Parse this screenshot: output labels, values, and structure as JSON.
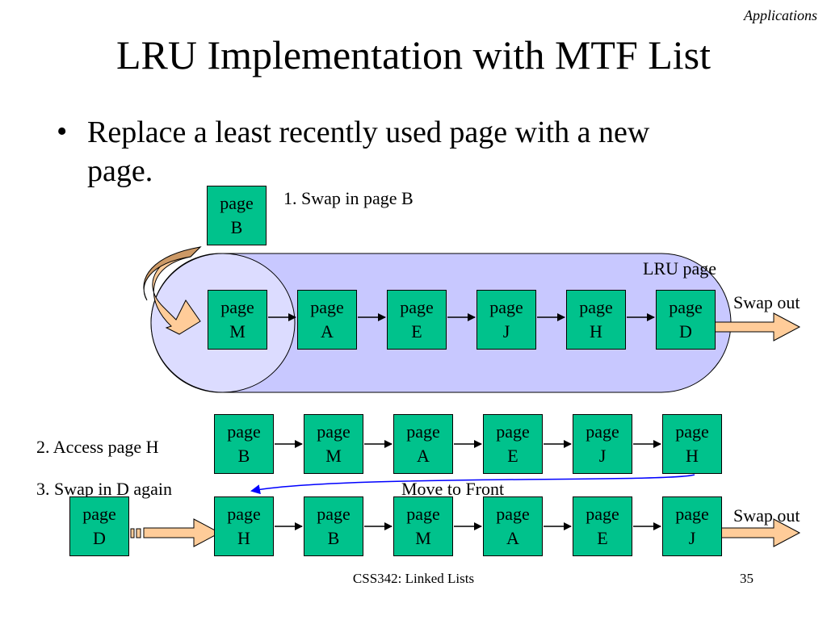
{
  "header": {
    "section": "Applications"
  },
  "slide": {
    "title": "LRU Implementation with MTF List",
    "bullet": "Replace a least recently used page with a new page."
  },
  "labels": {
    "step1": "1. Swap in page B",
    "lru_page": "LRU page",
    "swap_out": "Swap out",
    "step2": "2. Access page H",
    "step3": "3. Swap in D again",
    "move_to_front": "Move to Front"
  },
  "row1": {
    "incoming": {
      "line1": "page",
      "line2": "B"
    },
    "pages": [
      {
        "line1": "page",
        "line2": "M"
      },
      {
        "line1": "page",
        "line2": "A"
      },
      {
        "line1": "page",
        "line2": "E"
      },
      {
        "line1": "page",
        "line2": "J"
      },
      {
        "line1": "page",
        "line2": "H"
      },
      {
        "line1": "page",
        "line2": "D"
      }
    ]
  },
  "row2": {
    "pages": [
      {
        "line1": "page",
        "line2": "B"
      },
      {
        "line1": "page",
        "line2": "M"
      },
      {
        "line1": "page",
        "line2": "A"
      },
      {
        "line1": "page",
        "line2": "E"
      },
      {
        "line1": "page",
        "line2": "J"
      },
      {
        "line1": "page",
        "line2": "H"
      }
    ]
  },
  "row3": {
    "incoming": {
      "line1": "page",
      "line2": "D"
    },
    "pages": [
      {
        "line1": "page",
        "line2": "H"
      },
      {
        "line1": "page",
        "line2": "B"
      },
      {
        "line1": "page",
        "line2": "M"
      },
      {
        "line1": "page",
        "line2": "A"
      },
      {
        "line1": "page",
        "line2": "E"
      },
      {
        "line1": "page",
        "line2": "J"
      }
    ]
  },
  "footer": {
    "course": "CSS342: Linked Lists",
    "page_number": "35"
  },
  "colors": {
    "page_box": "#00c28c",
    "list_band": "#c8c8ff",
    "front_circle": "#dcdcff",
    "arrow_fill": "#ffcc99",
    "curved_arrow_fill": "#cc9966",
    "mtf_arrow": "#0000ff"
  }
}
